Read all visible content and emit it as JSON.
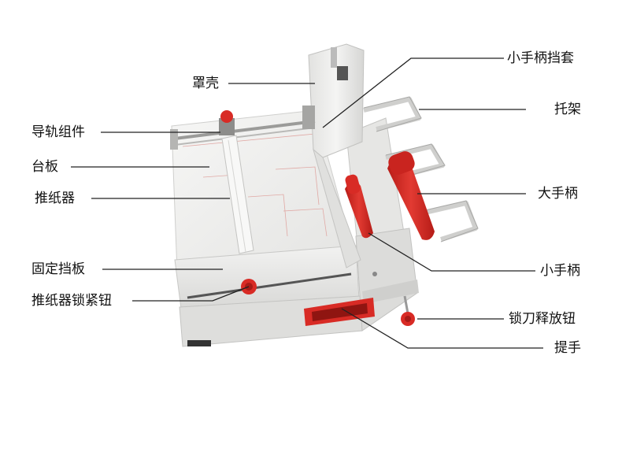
{
  "labels": {
    "cover": "罩壳",
    "guide_rail": "导轨组件",
    "table": "台板",
    "paper_pusher": "推纸器",
    "fixed_stop": "固定挡板",
    "pusher_lock_knob": "推纸器锁紧钮",
    "small_handle_sleeve": "小手柄挡套",
    "bracket": "托架",
    "big_handle": "大手柄",
    "small_handle": "小手柄",
    "knife_release_knob": "锁刀释放钮",
    "carry_handle": "提手"
  },
  "colors": {
    "body": "#ebebea",
    "body_edge": "#c9c9c7",
    "table": "#f3f3f2",
    "red": "#d82b25",
    "line": "#222222"
  }
}
